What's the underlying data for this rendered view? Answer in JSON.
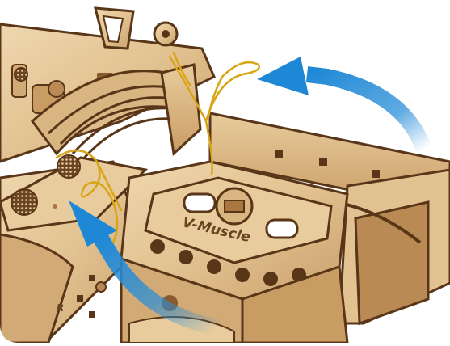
{
  "photo": {
    "engraved_label": "V-Muscle",
    "side_letter": "R",
    "colors": {
      "wood_light": "#e9cfa4",
      "wood_mid": "#d7b283",
      "wood_dark": "#a9773f",
      "wood_edge": "#5a3619",
      "string": "#d9a516",
      "arrow": "#2a8fd8",
      "background": "#ffffff"
    },
    "arrows": [
      {
        "name": "top-right-arrow",
        "direction": "pointing-left"
      },
      {
        "name": "bottom-left-arrow",
        "direction": "pointing-up"
      }
    ]
  }
}
